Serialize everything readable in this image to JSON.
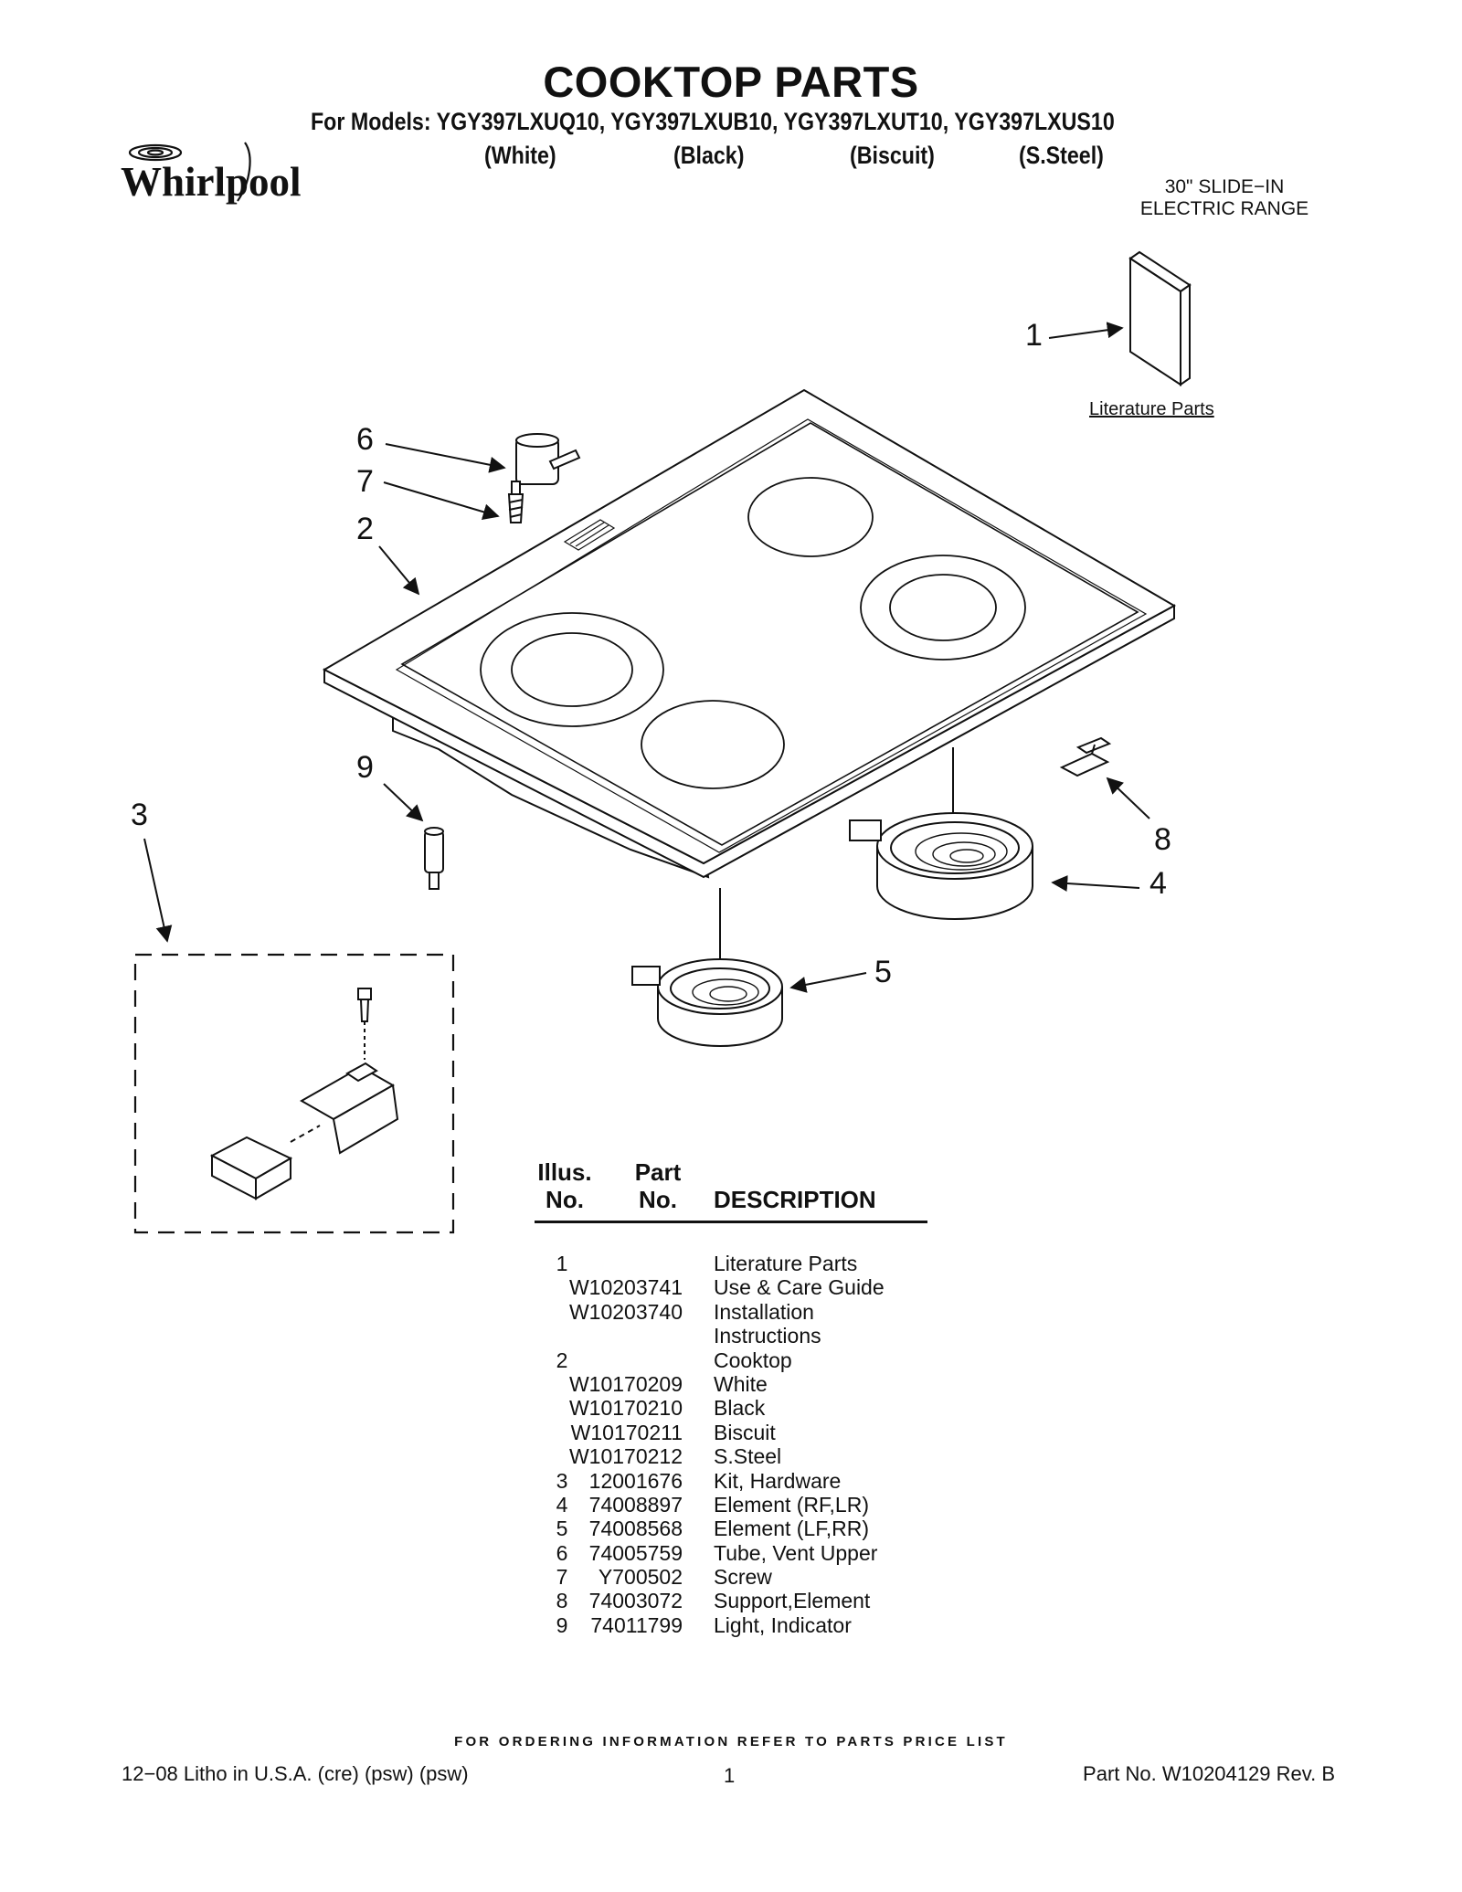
{
  "header": {
    "title": "COOKTOP PARTS",
    "models": "For Models: YGY397LXUQ10, YGY397LXUB10,  YGY397LXUT10, YGY397LXUS10",
    "colors": [
      "(White)",
      "(Black)",
      "(Biscuit)",
      "(S.Steel)"
    ],
    "range_line1": "30\" SLIDE−IN",
    "range_line2": "ELECTRIC RANGE",
    "brand": "Whirlpool"
  },
  "diagram": {
    "literature_label": "Literature Parts",
    "callouts": [
      "1",
      "6",
      "7",
      "2",
      "9",
      "3",
      "8",
      "4",
      "5"
    ]
  },
  "table": {
    "headers": {
      "illus_1": "Illus.",
      "illus_2": "No.",
      "part_1": "Part",
      "part_2": "No.",
      "description": "DESCRIPTION"
    },
    "rows": [
      {
        "illus": "1",
        "part": "",
        "desc": "Literature Parts"
      },
      {
        "illus": "",
        "part": "W10203741",
        "desc": "Use & Care Guide"
      },
      {
        "illus": "",
        "part": "W10203740",
        "desc": "Installation"
      },
      {
        "illus": "",
        "part": "",
        "desc": "Instructions"
      },
      {
        "illus": "2",
        "part": "",
        "desc": "Cooktop"
      },
      {
        "illus": "",
        "part": "W10170209",
        "desc": "White"
      },
      {
        "illus": "",
        "part": "W10170210",
        "desc": "Black"
      },
      {
        "illus": "",
        "part": "W10170211",
        "desc": "Biscuit"
      },
      {
        "illus": "",
        "part": "W10170212",
        "desc": "S.Steel"
      },
      {
        "illus": "3",
        "part": "12001676",
        "desc": "Kit, Hardware"
      },
      {
        "illus": "4",
        "part": "74008897",
        "desc": "Element (RF,LR)"
      },
      {
        "illus": "5",
        "part": "74008568",
        "desc": "Element (LF,RR)"
      },
      {
        "illus": "6",
        "part": "74005759",
        "desc": "Tube, Vent Upper"
      },
      {
        "illus": "7",
        "part": "Y700502",
        "desc": "Screw"
      },
      {
        "illus": "8",
        "part": "74003072",
        "desc": "Support,Element"
      },
      {
        "illus": "9",
        "part": "74011799",
        "desc": "Light, Indicator"
      }
    ]
  },
  "footer": {
    "ordering": "FOR ORDERING INFORMATION REFER TO PARTS PRICE LIST",
    "litho": "12−08 Litho in U.S.A. (cre) (psw) (psw)",
    "page": "1",
    "part_no": "Part No. W10204129 Rev. B"
  }
}
